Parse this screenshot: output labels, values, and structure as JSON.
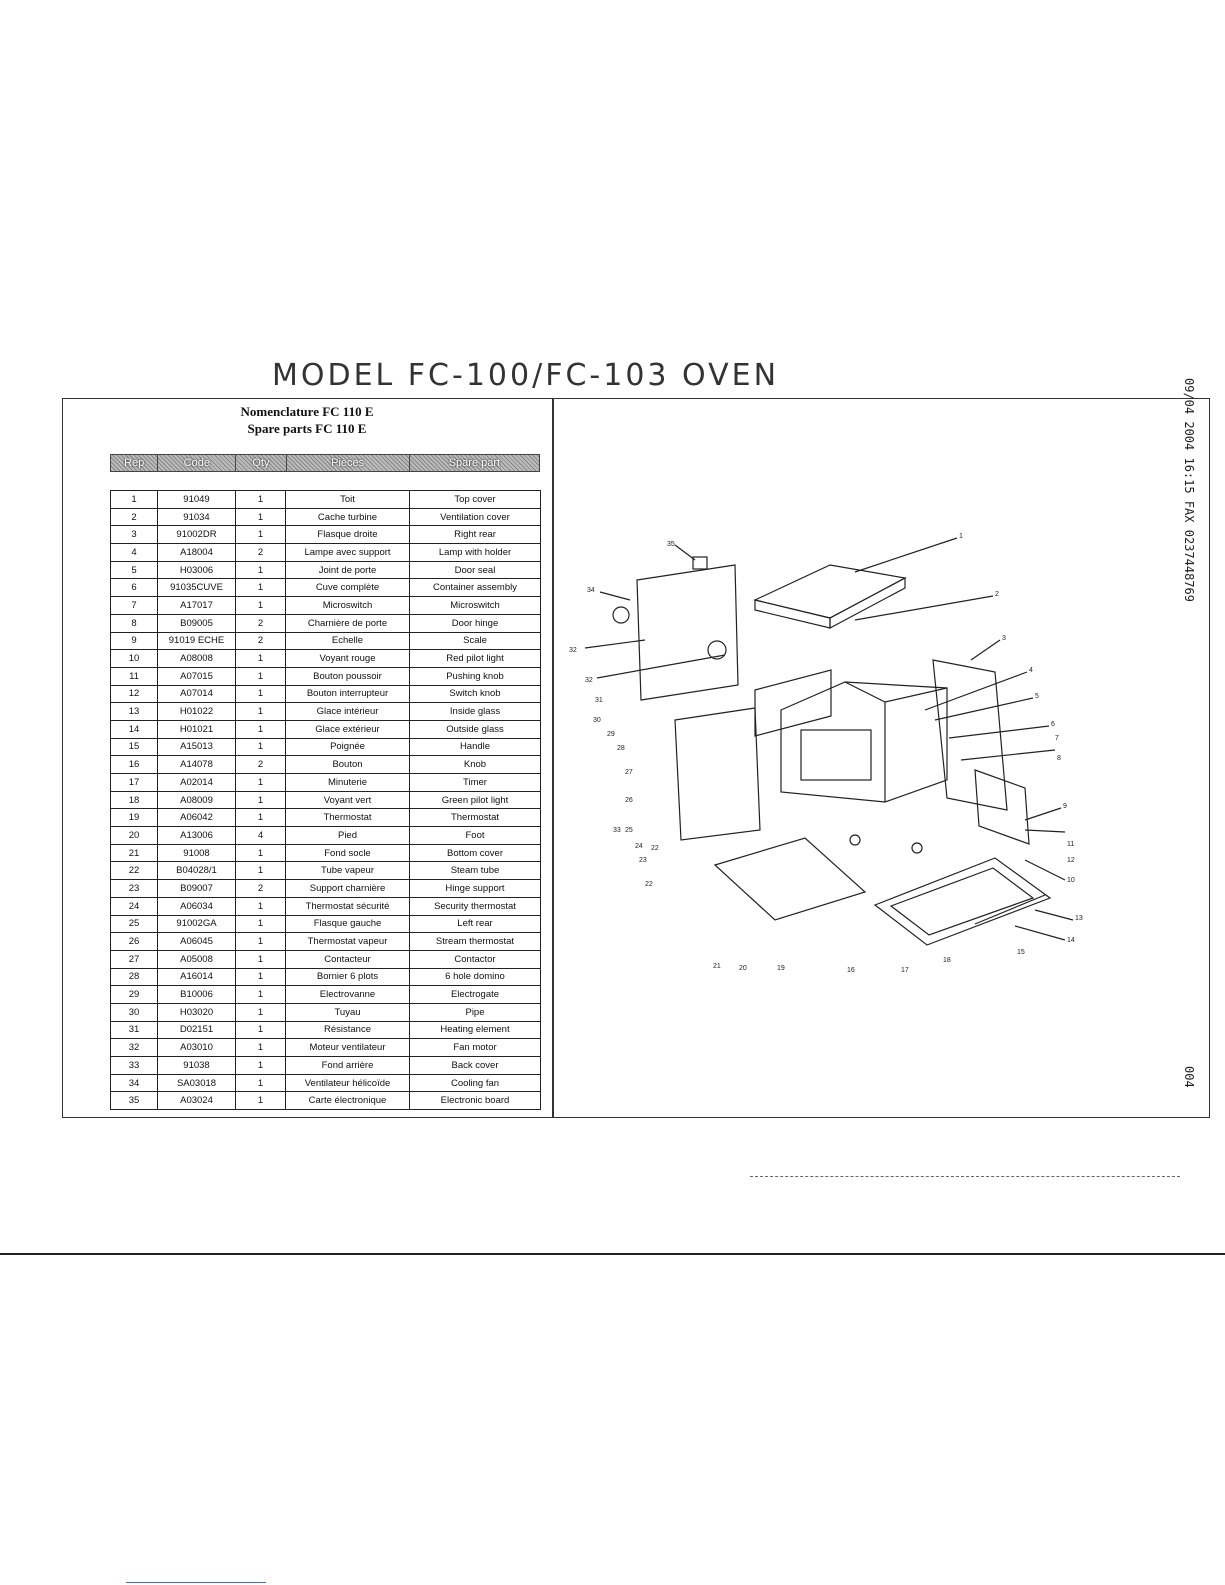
{
  "handwritten_title": "MODEL FC-100/FC-103 OVEN",
  "title_line1": "Nomenclature FC 110 E",
  "title_line2": "Spare parts FC 110 E",
  "columns": [
    "Rep",
    "Code",
    "Qty",
    "Pièces",
    "Spare part"
  ],
  "rows": [
    [
      "1",
      "91049",
      "1",
      "Toit",
      "Top cover"
    ],
    [
      "2",
      "91034",
      "1",
      "Cache turbine",
      "Ventilation cover"
    ],
    [
      "3",
      "91002DR",
      "1",
      "Flasque droite",
      "Right rear"
    ],
    [
      "4",
      "A18004",
      "2",
      "Lampe avec support",
      "Lamp with holder"
    ],
    [
      "5",
      "H03006",
      "1",
      "Joint de porte",
      "Door seal"
    ],
    [
      "6",
      "91035CUVE",
      "1",
      "Cuve complète",
      "Container assembly"
    ],
    [
      "7",
      "A17017",
      "1",
      "Microswitch",
      "Microswitch"
    ],
    [
      "8",
      "B09005",
      "2",
      "Charnière de porte",
      "Door hinge"
    ],
    [
      "9",
      "91019 ECHE",
      "2",
      "Echelle",
      "Scale"
    ],
    [
      "10",
      "A08008",
      "1",
      "Voyant rouge",
      "Red pilot light"
    ],
    [
      "11",
      "A07015",
      "1",
      "Bouton poussoir",
      "Pushing knob"
    ],
    [
      "12",
      "A07014",
      "1",
      "Bouton interrupteur",
      "Switch knob"
    ],
    [
      "13",
      "H01022",
      "1",
      "Glace intérieur",
      "Inside glass"
    ],
    [
      "14",
      "H01021",
      "1",
      "Glace extérieur",
      "Outside glass"
    ],
    [
      "15",
      "A15013",
      "1",
      "Poignée",
      "Handle"
    ],
    [
      "16",
      "A14078",
      "2",
      "Bouton",
      "Knob"
    ],
    [
      "17",
      "A02014",
      "1",
      "Minuterie",
      "Timer"
    ],
    [
      "18",
      "A08009",
      "1",
      "Voyant vert",
      "Green pilot light"
    ],
    [
      "19",
      "A06042",
      "1",
      "Thermostat",
      "Thermostat"
    ],
    [
      "20",
      "A13006",
      "4",
      "Pied",
      "Foot"
    ],
    [
      "21",
      "91008",
      "1",
      "Fond socle",
      "Bottom cover"
    ],
    [
      "22",
      "B04028/1",
      "1",
      "Tube vapeur",
      "Steam tube"
    ],
    [
      "23",
      "B09007",
      "2",
      "Support charnière",
      "Hinge support"
    ],
    [
      "24",
      "A06034",
      "1",
      "Thermostat sécurité",
      "Security thermostat"
    ],
    [
      "25",
      "91002GA",
      "1",
      "Flasque gauche",
      "Left rear"
    ],
    [
      "26",
      "A06045",
      "1",
      "Thermostat vapeur",
      "Stream thermostat"
    ],
    [
      "27",
      "A05008",
      "1",
      "Contacteur",
      "Contactor"
    ],
    [
      "28",
      "A16014",
      "1",
      "Bornier 6 plots",
      "6 hole domino"
    ],
    [
      "29",
      "B10006",
      "1",
      "Electrovanne",
      "Electrogate"
    ],
    [
      "30",
      "H03020",
      "1",
      "Tuyau",
      "Pipe"
    ],
    [
      "31",
      "D02151",
      "1",
      "Résistance",
      "Heating element"
    ],
    [
      "32",
      "A03010",
      "1",
      "Moteur ventilateur",
      "Fan motor"
    ],
    [
      "33",
      "91038",
      "1",
      "Fond arrière",
      "Back cover"
    ],
    [
      "34",
      "SA03018",
      "1",
      "Ventilateur hélicoïde",
      "Cooling fan"
    ],
    [
      "35",
      "A03024",
      "1",
      "Carte électronique",
      "Electronic board"
    ]
  ],
  "fax_header": "09/04 2004 16:15 FAX 0237448769",
  "page_number": "004",
  "diagram_callouts": [
    "1",
    "2",
    "3",
    "4",
    "5",
    "6",
    "7",
    "8",
    "9",
    "10",
    "11",
    "12",
    "13",
    "14",
    "15",
    "16",
    "17",
    "18",
    "19",
    "20",
    "21",
    "22",
    "22",
    "23",
    "24",
    "25",
    "26",
    "27",
    "28",
    "29",
    "30",
    "31",
    "32",
    "32",
    "33",
    "34",
    "35"
  ]
}
